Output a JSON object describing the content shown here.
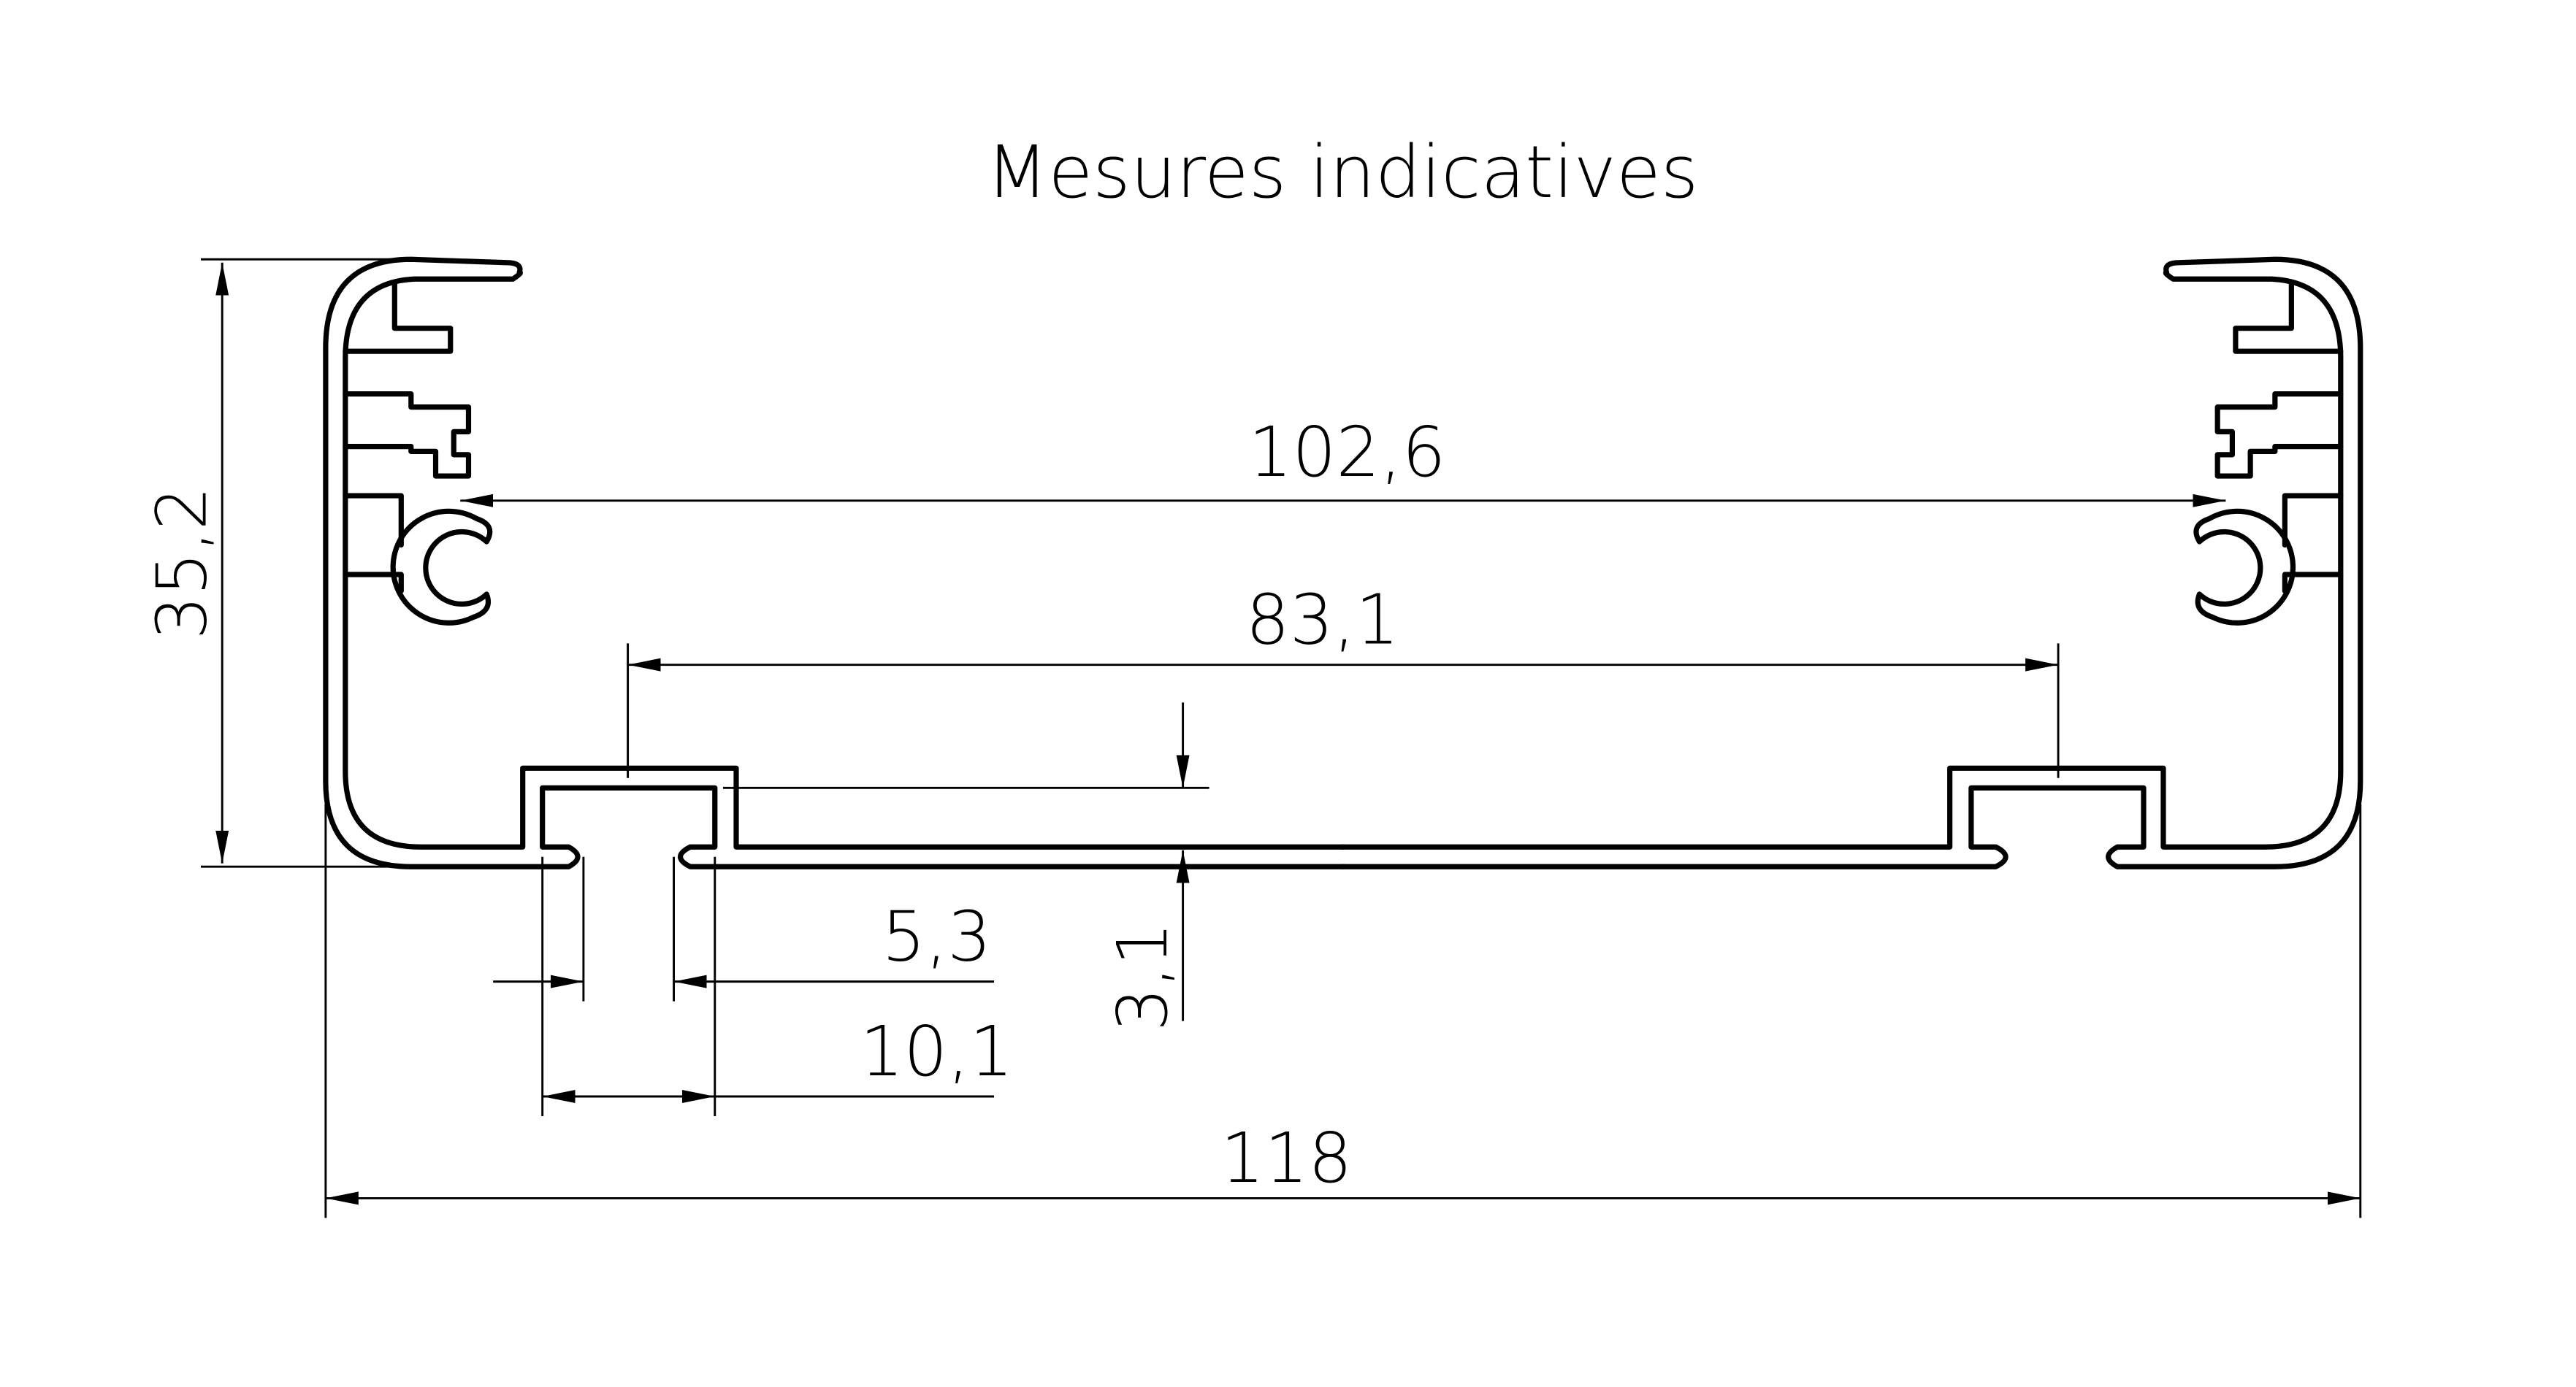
{
  "title": "Mesures indicatives",
  "dimensions": {
    "overall_width": "118",
    "overall_height": "35,2",
    "inner_clip_width": "102,6",
    "slot_spacing": "83,1",
    "slot_depth": "3,1",
    "slot_opening": "5,3",
    "slot_width": "10,1"
  },
  "colors": {
    "line": "#000000",
    "background": "#ffffff"
  }
}
